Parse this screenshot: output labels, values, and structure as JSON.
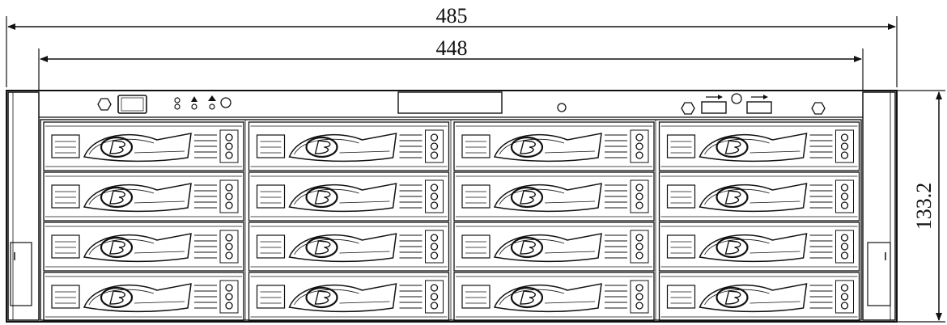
{
  "dimensions": {
    "overall_width": "485",
    "body_width": "448",
    "height": "133.2"
  },
  "drive_bays": {
    "rows": 4,
    "columns": 4
  },
  "front_panel": {
    "usb_ports": 2,
    "indicator_leds": 3
  },
  "colors": {
    "line": "#111111",
    "background": "#ffffff"
  }
}
